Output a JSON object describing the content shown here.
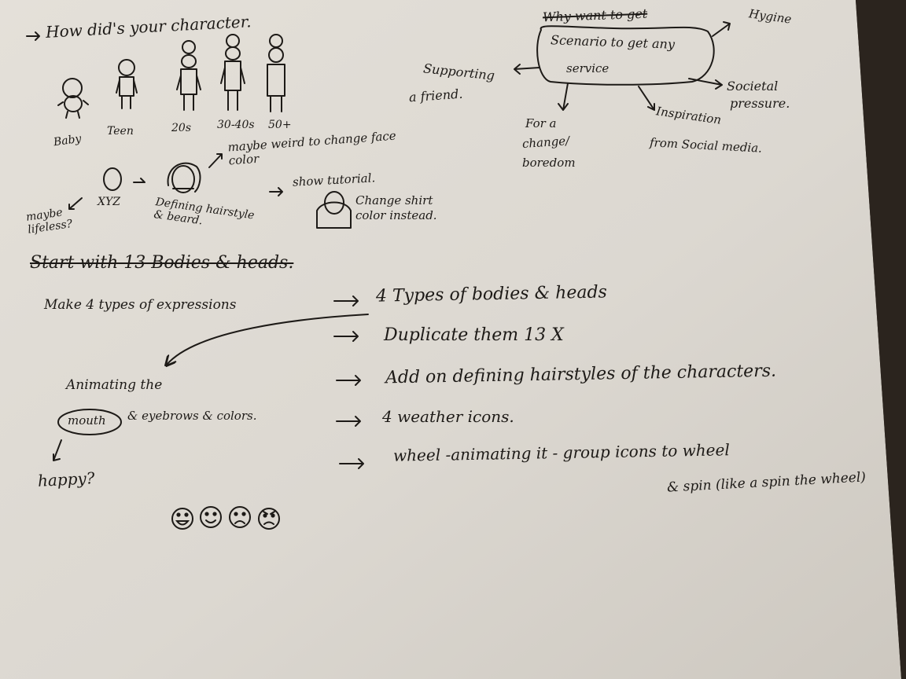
{
  "notes": {
    "title": "How did's your character.",
    "ages": [
      "Baby",
      "Teen",
      "20s",
      "30-40s",
      "50+"
    ],
    "face_note": "maybe weird to change face color",
    "xyz_label": "XYZ",
    "lifeless_note": "maybe lifeless?",
    "defining_note": "Defining hairstyle & beard.",
    "tutorial_note": "show tutorial.",
    "shirt_note": "Change shirt color instead.",
    "struck_line": "Start with 13 Bodies & heads.",
    "expressions_line": "Make 4 types of expressions",
    "list": [
      "4 Types of bodies & heads",
      "Duplicate them 13 X",
      "Add on defining hairstyles of the characters.",
      "4 weather icons.",
      "wheel -animating it - group icons to wheel"
    ],
    "wheel_continuation": "& spin (like a spin the wheel)",
    "animating_label": "Animating the",
    "mouth_word": "mouth",
    "animating_rest": "& eyebrows & colors.",
    "happy_label": "happy?",
    "emoji_faces": [
      "very-happy-face-icon",
      "happy-face-icon",
      "sad-face-icon",
      "angry-face-icon"
    ]
  },
  "mindmap": {
    "struck_header": "Why want to get",
    "center_line1": "Scenario to get any",
    "center_line2": "service",
    "hygiene": "Hygine",
    "societal_line1": "Societal",
    "societal_line2": "pressure.",
    "inspiration_line1": "Inspiration",
    "inspiration_line2": "from Social media.",
    "supporting_line1": "Supporting",
    "supporting_line2": "a friend.",
    "change_line1": "For a",
    "change_line2": "change/",
    "change_line3": "boredom"
  },
  "colors": {
    "paper": "#dedad3",
    "ink": "#1d1a17",
    "background": "#2a2420"
  }
}
